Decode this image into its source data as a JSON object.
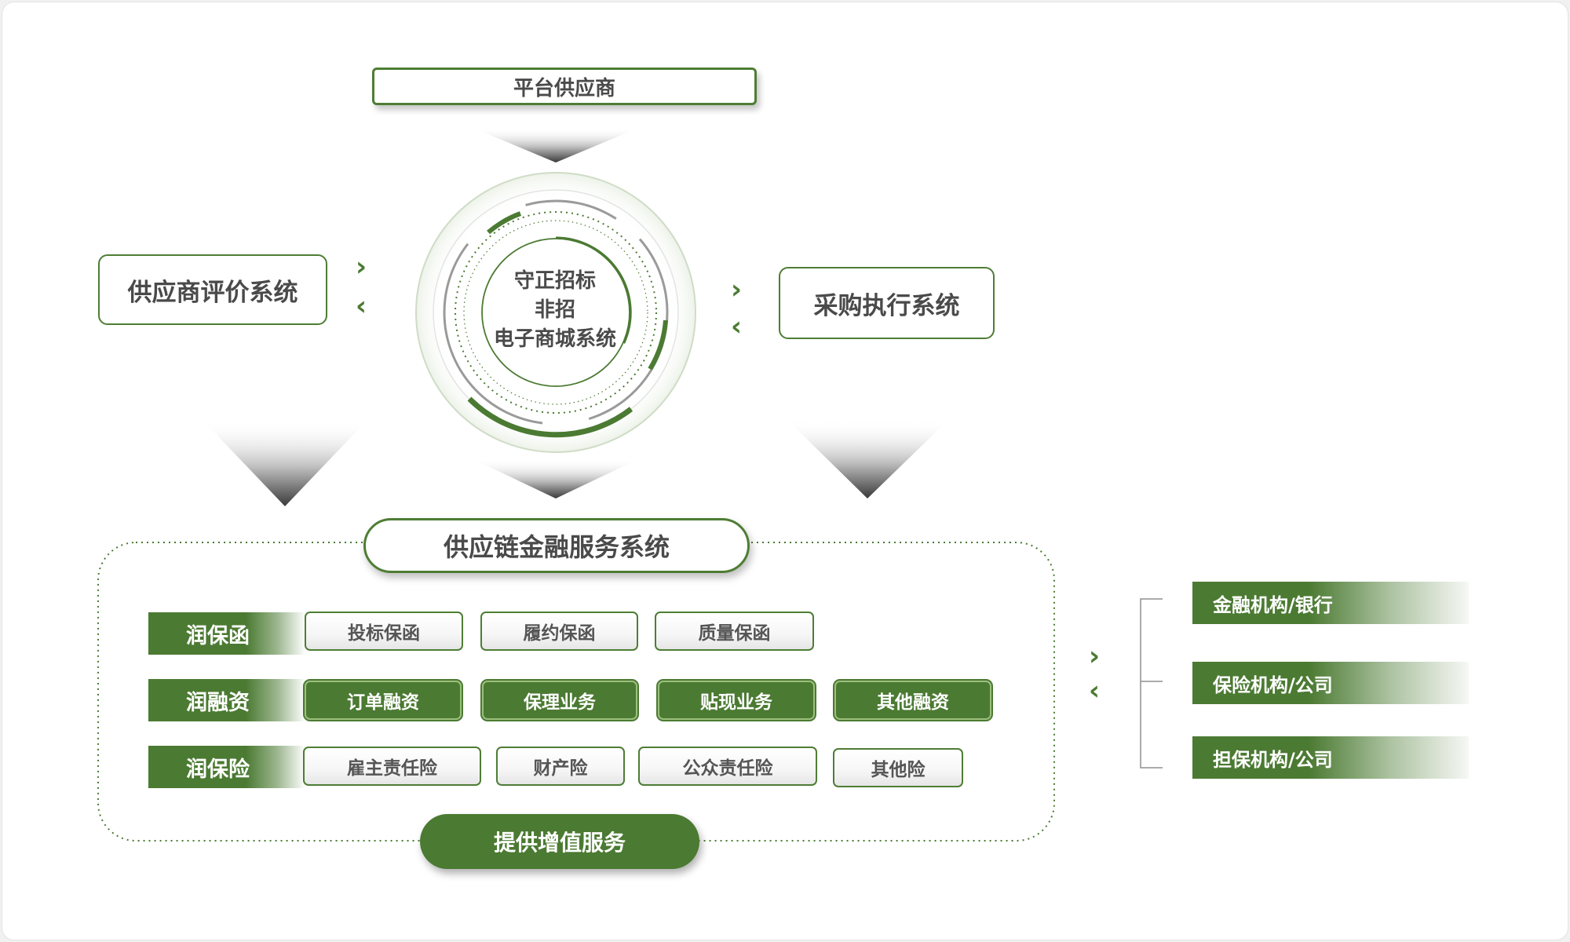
{
  "top_box": "平台供应商",
  "left_system": "供应商评价系统",
  "right_system": "采购执行系统",
  "hub": {
    "line1": "守正招标",
    "line2": "非招",
    "line3": "电子商城系统"
  },
  "finance": {
    "title": "供应链金融服务系统",
    "rows": [
      {
        "label": "润保函",
        "items": [
          "投标保函",
          "履约保函",
          "质量保函"
        ]
      },
      {
        "label": "润融资",
        "items": [
          "订单融资",
          "保理业务",
          "贴现业务",
          "其他融资"
        ]
      },
      {
        "label": "润保险",
        "items": [
          "雇主责任险",
          "财产险",
          "公众责任险",
          "其他险"
        ]
      }
    ],
    "value_added_button": "提供增值服务"
  },
  "institutions": [
    "金融机构/银行",
    "保险机构/公司",
    "担保机构/公司"
  ],
  "colors": {
    "brand_green": "#4b7a32",
    "text_gray": "#4a4a4a",
    "background": "#ffffff"
  },
  "icons": {
    "exchange_right": "chevron-right-icon",
    "exchange_left": "chevron-left-icon",
    "flow_down": "gradient-down-arrow-icon"
  }
}
